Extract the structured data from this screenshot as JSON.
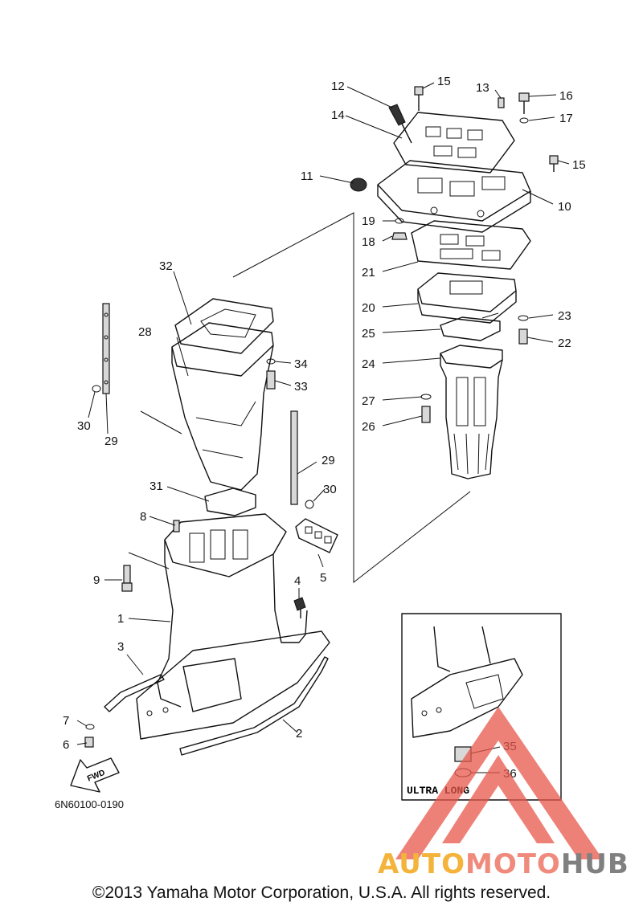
{
  "callouts": [
    "1",
    "2",
    "3",
    "4",
    "5",
    "6",
    "7",
    "8",
    "9",
    "10",
    "11",
    "12",
    "13",
    "14",
    "15",
    "16",
    "17",
    "18",
    "19",
    "20",
    "21",
    "22",
    "23",
    "24",
    "25",
    "26",
    "27",
    "28",
    "29",
    "30",
    "31",
    "32",
    "33",
    "34",
    "35",
    "36"
  ],
  "fwd_label": "FWD",
  "inset_label": "ULTRA LONG",
  "diagram_code": "6N60100-0190",
  "copyright": "©2013 Yamaha Motor Corporation, U.S.A. All rights reserved.",
  "watermark": {
    "part1": "AUTO",
    "part2": "MOTO",
    "part3": "HUB"
  },
  "colors": {
    "watermark_red": "#e8584c",
    "watermark_yellow": "#f4b43c",
    "watermark_grey": "#808080"
  }
}
